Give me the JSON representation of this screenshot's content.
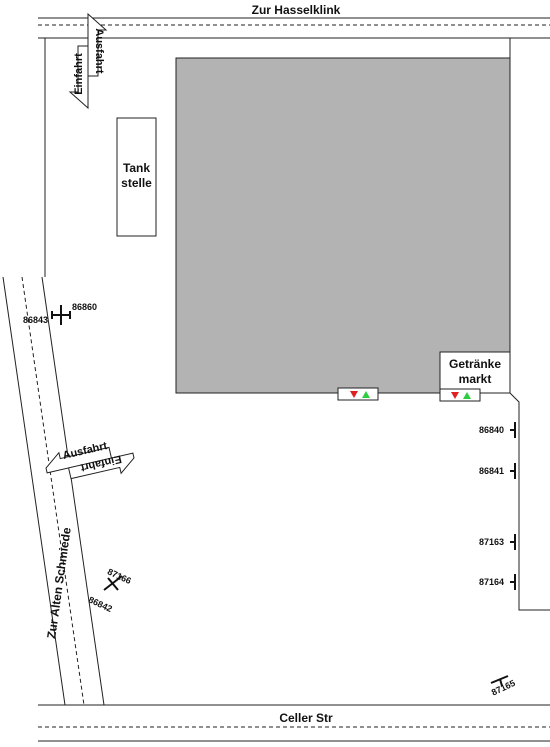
{
  "streets": {
    "north": "Zur Hasselklink",
    "south": "Celler Str",
    "west": "Zur Alten Schmiede"
  },
  "buildings": {
    "gas_station": [
      "Tank",
      "stelle"
    ],
    "beverage_market": [
      "Getränke",
      "markt"
    ]
  },
  "entrances": {
    "north_exit": "Ausfahrt",
    "north_entry": "Einfahrt",
    "west_exit": "Ausfahrt",
    "west_entry": "Einfahrt"
  },
  "stops": {
    "s86843": "86843",
    "s86860": "86860",
    "s86840": "86840",
    "s86841": "86841",
    "s87163": "87163",
    "s87164": "87164",
    "s87166": "87166",
    "s86842": "86842",
    "s87165": "87165"
  },
  "colors": {
    "building_fill": "#b3b3b3",
    "line": "#222222",
    "triangle_down": "#e02020",
    "triangle_up": "#2ecc40"
  }
}
